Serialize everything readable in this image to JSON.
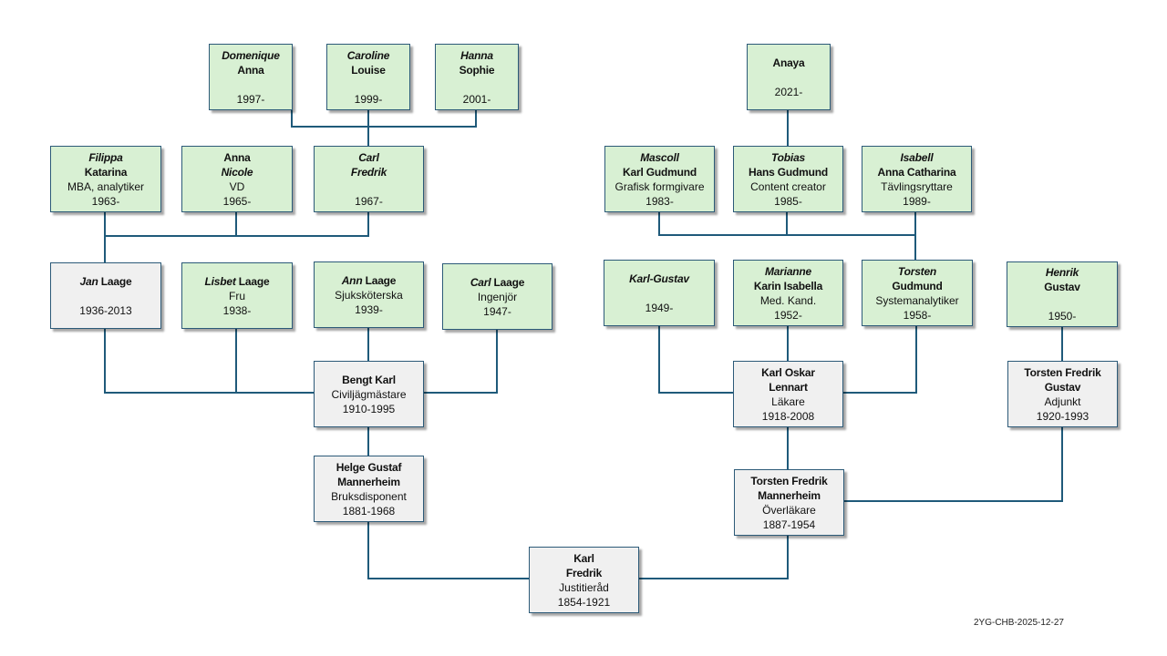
{
  "colors": {
    "line": "#1f5a7a",
    "living_fill": "#d8f0d3",
    "deceased_fill": "#f0f0f0",
    "border": "#2c5a78"
  },
  "footer_code": "2YG-CHB-2025-12-27",
  "people": {
    "domenique": {
      "lines": [
        {
          "parts": [
            {
              "t": "Domenique",
              "s": "bi"
            }
          ]
        },
        {
          "parts": [
            {
              "t": "Anna",
              "s": "b"
            }
          ]
        },
        {
          "parts": []
        },
        {
          "parts": [
            {
              "t": "1997-",
              "s": ""
            }
          ]
        }
      ],
      "status": "living"
    },
    "caroline": {
      "lines": [
        {
          "parts": [
            {
              "t": "Caroline",
              "s": "bi"
            }
          ]
        },
        {
          "parts": [
            {
              "t": "Louise",
              "s": "b"
            }
          ]
        },
        {
          "parts": []
        },
        {
          "parts": [
            {
              "t": "1999-",
              "s": ""
            }
          ]
        }
      ],
      "status": "living"
    },
    "hanna": {
      "lines": [
        {
          "parts": [
            {
              "t": "Hanna",
              "s": "bi"
            }
          ]
        },
        {
          "parts": [
            {
              "t": "Sophie",
              "s": "b"
            }
          ]
        },
        {
          "parts": []
        },
        {
          "parts": [
            {
              "t": "2001-",
              "s": ""
            }
          ]
        }
      ],
      "status": "living"
    },
    "anaya": {
      "lines": [
        {
          "parts": [
            {
              "t": "Anaya",
              "s": "b"
            }
          ]
        },
        {
          "parts": []
        },
        {
          "parts": [
            {
              "t": "2021-",
              "s": ""
            }
          ]
        }
      ],
      "status": "living"
    },
    "filippa": {
      "lines": [
        {
          "parts": [
            {
              "t": "Filippa",
              "s": "bi"
            }
          ]
        },
        {
          "parts": [
            {
              "t": "Katarina",
              "s": "b"
            }
          ]
        },
        {
          "parts": [
            {
              "t": "MBA, analytiker",
              "s": ""
            }
          ]
        },
        {
          "parts": [
            {
              "t": "1963-",
              "s": ""
            }
          ]
        }
      ],
      "status": "living"
    },
    "anna_nicole": {
      "lines": [
        {
          "parts": [
            {
              "t": "Anna",
              "s": "b"
            }
          ]
        },
        {
          "parts": [
            {
              "t": "Nicole",
              "s": "bi"
            }
          ]
        },
        {
          "parts": [
            {
              "t": "VD",
              "s": ""
            }
          ]
        },
        {
          "parts": [
            {
              "t": "1965-",
              "s": ""
            }
          ]
        }
      ],
      "status": "living"
    },
    "carl_fredrik_1967": {
      "lines": [
        {
          "parts": [
            {
              "t": "Carl",
              "s": "bi"
            }
          ]
        },
        {
          "parts": [
            {
              "t": "Fredrik",
              "s": "bi"
            }
          ]
        },
        {
          "parts": []
        },
        {
          "parts": [
            {
              "t": "1967-",
              "s": ""
            }
          ]
        }
      ],
      "status": "living"
    },
    "mascoll": {
      "lines": [
        {
          "parts": [
            {
              "t": "Mascoll",
              "s": "bi"
            }
          ]
        },
        {
          "parts": [
            {
              "t": "Karl Gudmund",
              "s": "b"
            }
          ]
        },
        {
          "parts": [
            {
              "t": "Grafisk formgivare",
              "s": ""
            }
          ]
        },
        {
          "parts": [
            {
              "t": "1983-",
              "s": ""
            }
          ]
        }
      ],
      "status": "living"
    },
    "tobias": {
      "lines": [
        {
          "parts": [
            {
              "t": "Tobias",
              "s": "bi"
            }
          ]
        },
        {
          "parts": [
            {
              "t": "Hans Gudmund",
              "s": "b"
            }
          ]
        },
        {
          "parts": [
            {
              "t": "Content creator",
              "s": ""
            }
          ]
        },
        {
          "parts": [
            {
              "t": "1985-",
              "s": ""
            }
          ]
        }
      ],
      "status": "living"
    },
    "isabell": {
      "lines": [
        {
          "parts": [
            {
              "t": "Isabell",
              "s": "bi"
            }
          ]
        },
        {
          "parts": [
            {
              "t": "Anna Catharina",
              "s": "b"
            }
          ]
        },
        {
          "parts": [
            {
              "t": "Tävlingsryttare",
              "s": ""
            }
          ]
        },
        {
          "parts": [
            {
              "t": "1989-",
              "s": ""
            }
          ]
        }
      ],
      "status": "living"
    },
    "jan_laage": {
      "lines": [
        {
          "parts": [
            {
              "t": "Jan",
              "s": "bi"
            },
            {
              "t": " Laage",
              "s": "b"
            }
          ]
        },
        {
          "parts": []
        },
        {
          "parts": [
            {
              "t": "1936-2013",
              "s": ""
            }
          ]
        }
      ],
      "status": "deceased"
    },
    "lisbet_laage": {
      "lines": [
        {
          "parts": [
            {
              "t": "Lisbet",
              "s": "bi"
            },
            {
              "t": " Laage",
              "s": "b"
            }
          ]
        },
        {
          "parts": [
            {
              "t": "Fru",
              "s": ""
            }
          ]
        },
        {
          "parts": [
            {
              "t": "1938-",
              "s": ""
            }
          ]
        }
      ],
      "status": "living"
    },
    "ann_laage": {
      "lines": [
        {
          "parts": [
            {
              "t": "Ann",
              "s": "bi"
            },
            {
              "t": " Laage",
              "s": "b"
            }
          ]
        },
        {
          "parts": [
            {
              "t": "Sjuksköterska",
              "s": ""
            }
          ]
        },
        {
          "parts": [
            {
              "t": "1939-",
              "s": ""
            }
          ]
        }
      ],
      "status": "living"
    },
    "carl_laage": {
      "lines": [
        {
          "parts": [
            {
              "t": "Carl",
              "s": "bi"
            },
            {
              "t": " Laage",
              "s": "b"
            }
          ]
        },
        {
          "parts": [
            {
              "t": "Ingenjör",
              "s": ""
            }
          ]
        },
        {
          "parts": [
            {
              "t": "1947-",
              "s": ""
            }
          ]
        }
      ],
      "status": "living"
    },
    "karl_gustav": {
      "lines": [
        {
          "parts": [
            {
              "t": "Karl-Gustav",
              "s": "bi"
            }
          ]
        },
        {
          "parts": []
        },
        {
          "parts": [
            {
              "t": "1949-",
              "s": ""
            }
          ]
        }
      ],
      "status": "living"
    },
    "marianne": {
      "lines": [
        {
          "parts": [
            {
              "t": "Marianne",
              "s": "bi"
            }
          ]
        },
        {
          "parts": [
            {
              "t": "Karin Isabella",
              "s": "b"
            }
          ]
        },
        {
          "parts": [
            {
              "t": "Med. Kand.",
              "s": ""
            }
          ]
        },
        {
          "parts": [
            {
              "t": "1952-",
              "s": ""
            }
          ]
        }
      ],
      "status": "living"
    },
    "torsten_gudmund": {
      "lines": [
        {
          "parts": [
            {
              "t": "Torsten",
              "s": "bi"
            }
          ]
        },
        {
          "parts": [
            {
              "t": "Gudmund",
              "s": "b"
            }
          ]
        },
        {
          "parts": [
            {
              "t": "Systemanalytiker",
              "s": ""
            }
          ]
        },
        {
          "parts": [
            {
              "t": "1958-",
              "s": ""
            }
          ]
        }
      ],
      "status": "living"
    },
    "henrik": {
      "lines": [
        {
          "parts": [
            {
              "t": "Henrik",
              "s": "bi"
            }
          ]
        },
        {
          "parts": [
            {
              "t": "Gustav",
              "s": "b"
            }
          ]
        },
        {
          "parts": []
        },
        {
          "parts": [
            {
              "t": "1950-",
              "s": ""
            }
          ]
        }
      ],
      "status": "living"
    },
    "bengt_karl": {
      "lines": [
        {
          "parts": [
            {
              "t": "Bengt Karl",
              "s": "b"
            }
          ]
        },
        {
          "parts": [
            {
              "t": "Civiljägmästare",
              "s": ""
            }
          ]
        },
        {
          "parts": [
            {
              "t": "1910-1995",
              "s": ""
            }
          ]
        }
      ],
      "status": "deceased"
    },
    "karl_oskar": {
      "lines": [
        {
          "parts": [
            {
              "t": "Karl Oskar",
              "s": "b"
            }
          ]
        },
        {
          "parts": [
            {
              "t": "Lennart",
              "s": "b"
            }
          ]
        },
        {
          "parts": [
            {
              "t": "Läkare",
              "s": ""
            }
          ]
        },
        {
          "parts": [
            {
              "t": "1918-2008",
              "s": ""
            }
          ]
        }
      ],
      "status": "deceased"
    },
    "torsten_fredrik_gustav": {
      "lines": [
        {
          "parts": [
            {
              "t": "Torsten Fredrik",
              "s": "b"
            }
          ]
        },
        {
          "parts": [
            {
              "t": "Gustav",
              "s": "b"
            }
          ]
        },
        {
          "parts": [
            {
              "t": "Adjunkt",
              "s": ""
            }
          ]
        },
        {
          "parts": [
            {
              "t": "1920-1993",
              "s": ""
            }
          ]
        }
      ],
      "status": "deceased"
    },
    "helge_gustaf": {
      "lines": [
        {
          "parts": [
            {
              "t": "Helge Gustaf",
              "s": "b"
            }
          ]
        },
        {
          "parts": [
            {
              "t": "Mannerheim",
              "s": "b"
            }
          ]
        },
        {
          "parts": [
            {
              "t": "Bruksdisponent",
              "s": ""
            }
          ]
        },
        {
          "parts": [
            {
              "t": "1881-1968",
              "s": ""
            }
          ]
        }
      ],
      "status": "deceased"
    },
    "torsten_fredrik_mannerheim": {
      "lines": [
        {
          "parts": [
            {
              "t": "Torsten Fredrik",
              "s": "b"
            }
          ]
        },
        {
          "parts": [
            {
              "t": "Mannerheim",
              "s": "b"
            }
          ]
        },
        {
          "parts": [
            {
              "t": "Överläkare",
              "s": ""
            }
          ]
        },
        {
          "parts": [
            {
              "t": "1887-1954",
              "s": ""
            }
          ]
        }
      ],
      "status": "deceased"
    },
    "karl_fredrik_root": {
      "lines": [
        {
          "parts": [
            {
              "t": "Karl",
              "s": "b"
            }
          ]
        },
        {
          "parts": [
            {
              "t": "Fredrik",
              "s": "b"
            }
          ]
        },
        {
          "parts": [
            {
              "t": "Justitieråd",
              "s": ""
            }
          ]
        },
        {
          "parts": [
            {
              "t": "1854-1921",
              "s": ""
            }
          ]
        }
      ],
      "status": "deceased"
    }
  }
}
